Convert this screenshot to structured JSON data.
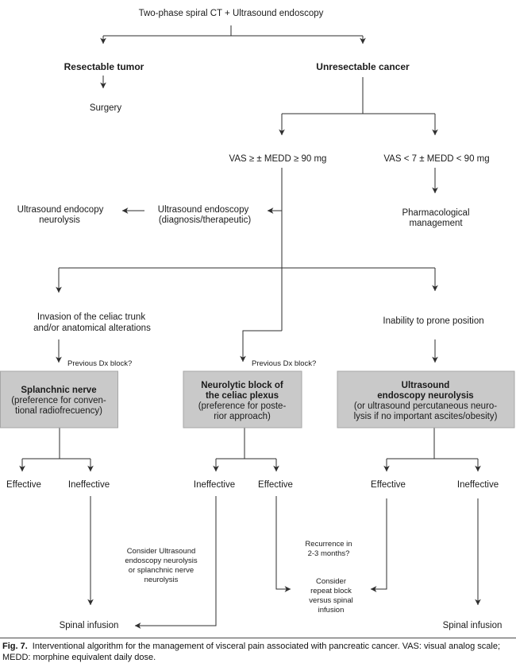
{
  "colors": {
    "box_fill": "#c9c9c9",
    "box_border": "#a6a6a6",
    "line": "#2e2e2e",
    "text": "#1b1b1b"
  },
  "flowchart": {
    "title": "Two-phase spiral CT + Ultrasound endoscopy",
    "resectable": "Resectable tumor",
    "surgery": "Surgery",
    "unresectable": "Unresectable cancer",
    "vas_high": "VAS ≥ ± MEDD ≥ 90 mg",
    "vas_low": "VAS < 7 ± MEDD < 90 mg",
    "pharmacological": {
      "line1": "Pharmacological",
      "line2": "management"
    },
    "us_endoscopy": {
      "line1": "Ultrasound endoscopy",
      "line2": "(diagnosis/therapeutic)"
    },
    "us_neurolysis": {
      "line1": "Ultrasound endocopy",
      "line2": "neurolysis"
    },
    "invasion": {
      "line1": "Invasion of the celiac trunk",
      "line2": "and/or anatomical alterations"
    },
    "inability": "Inability to prone position",
    "previous_dx_left": "Previous Dx block?",
    "previous_dx_mid": "Previous Dx block?",
    "box_splanchnic": {
      "title": "Splanchnic nerve",
      "line1": "(preference for conven-",
      "line2": "tional radiofrecuency)"
    },
    "box_neurolytic": {
      "title1": "Neurolytic block of",
      "title2": "the celiac plexus",
      "line1": "(preference for poste-",
      "line2": "rior approach)"
    },
    "box_ultrasound": {
      "title1": "Ultrasound",
      "title2": "endoscopy neurolysis",
      "line1": "(or ultrasound percutaneous neuro-",
      "line2": "lysis if no important ascites/obesity)"
    },
    "outcomes": {
      "left_effective": "Effective",
      "left_ineffective": "Ineffective",
      "mid_ineffective": "Ineffective",
      "mid_effective": "Effective",
      "right_effective": "Effective",
      "right_ineffective": "Ineffective"
    },
    "consider_us": {
      "line1": "Consider Ultrasound",
      "line2": "endoscopy neurolysis",
      "line3": "or splanchnic nerve",
      "line4": "neurolysis"
    },
    "recurrence": {
      "line1": "Recurrence in",
      "line2": "2-3 months?"
    },
    "consider_repeat": {
      "line1": "Consider",
      "line2": "repeat block",
      "line3": "versus spinal",
      "line4": "infusion"
    },
    "spinal_left": "Spinal infusion",
    "spinal_right": "Spinal infusion"
  },
  "caption": {
    "label": "Fig. 7.",
    "text": "Interventional algorithm for the management of visceral pain associated with pancreatic cancer. VAS: visual analog scale; MEDD: morphine equivalent daily dose."
  }
}
